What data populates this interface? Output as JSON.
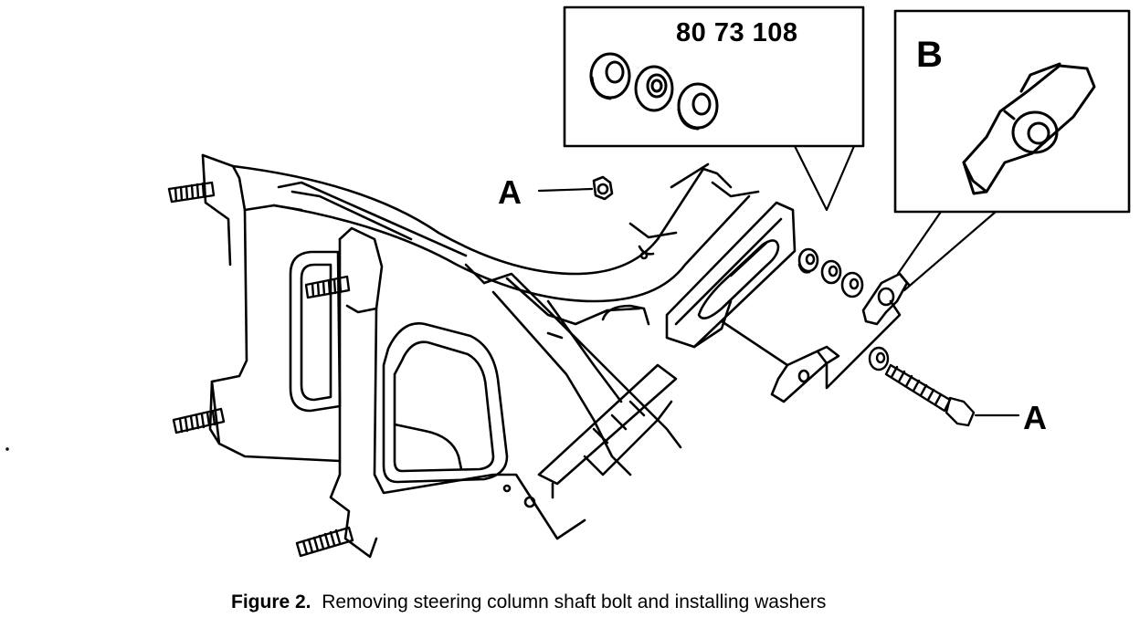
{
  "figure": {
    "number_label": "Figure 2.",
    "caption_text": "Removing steering column shaft bolt and installing washers"
  },
  "callouts": {
    "part_number": "80 73 108",
    "label_b": "B",
    "label_a_upper": "A",
    "label_a_lower": "A"
  }
}
